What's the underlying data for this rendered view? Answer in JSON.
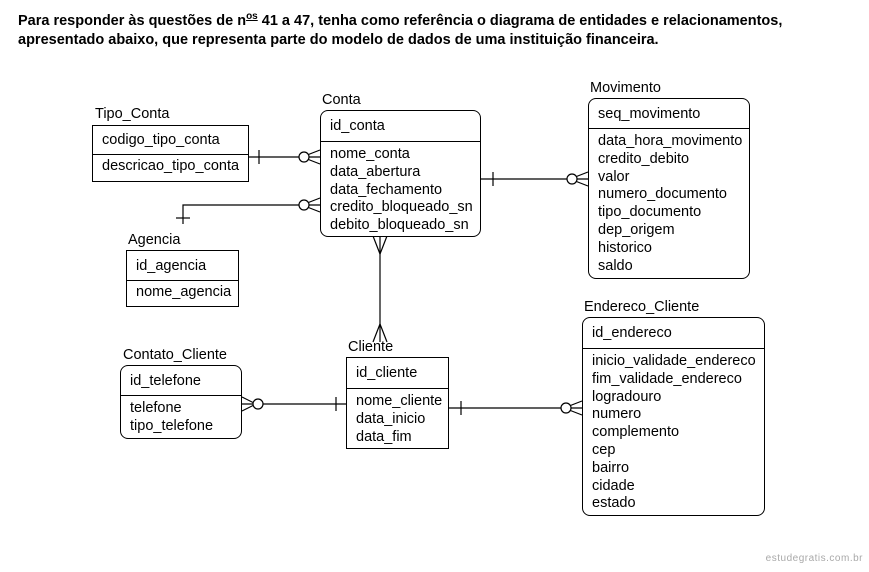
{
  "header": {
    "prefix": "Para responder às questões de n",
    "sup": "os",
    "suffix": " 41 a 47, tenha como referência o diagrama de entidades e relacionamentos, apresentado abaixo, que representa parte do modelo de dados de uma instituição financeira."
  },
  "entities": {
    "tipo_conta": {
      "title": "Tipo_Conta",
      "pk": "codigo_tipo_conta",
      "attrs": [
        "descricao_tipo_conta"
      ]
    },
    "conta": {
      "title": "Conta",
      "pk": "id_conta",
      "attrs": [
        "nome_conta",
        "data_abertura",
        "data_fechamento",
        "credito_bloqueado_sn",
        "debito_bloqueado_sn"
      ]
    },
    "movimento": {
      "title": "Movimento",
      "pk": "seq_movimento",
      "attrs": [
        "data_hora_movimento",
        "credito_debito",
        "valor",
        "numero_documento",
        "tipo_documento",
        "dep_origem",
        "historico",
        "saldo"
      ]
    },
    "agencia": {
      "title": "Agencia",
      "pk": "id_agencia",
      "attrs": [
        "nome_agencia"
      ]
    },
    "contato_cliente": {
      "title": "Contato_Cliente",
      "pk": "id_telefone",
      "attrs": [
        "telefone",
        "tipo_telefone"
      ]
    },
    "cliente": {
      "title": "Cliente",
      "pk": "id_cliente",
      "attrs": [
        "nome_cliente",
        "data_inicio",
        "data_fim"
      ]
    },
    "endereco_cliente": {
      "title": "Endereco_Cliente",
      "pk": "id_endereco",
      "attrs": [
        "inicio_validade_endereco",
        "fim_validade_endereco",
        "logradouro",
        "numero",
        "complemento",
        "cep",
        "bairro",
        "cidade",
        "estado"
      ]
    }
  },
  "watermark": "estudegratis.com.br"
}
